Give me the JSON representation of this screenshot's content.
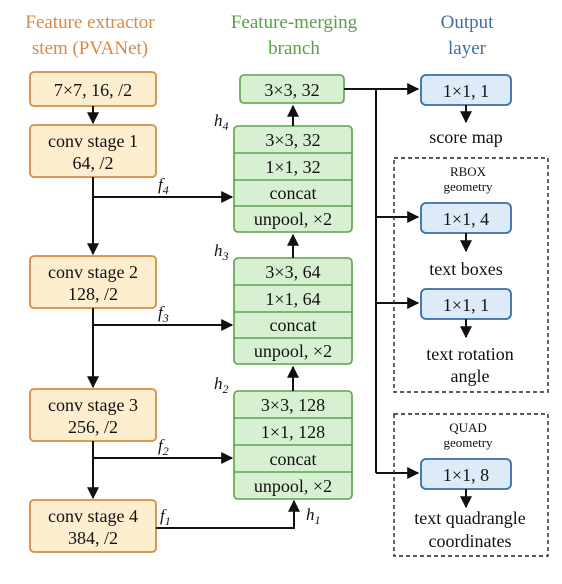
{
  "headers": {
    "extractor": [
      "Feature extractor",
      "stem (PVANet)"
    ],
    "merging": [
      "Feature-merging",
      "branch"
    ],
    "output": [
      "Output",
      "layer"
    ]
  },
  "stem": {
    "input": "7×7, 16, /2",
    "stages": [
      [
        "conv stage 1",
        "64, /2"
      ],
      [
        "conv stage 2",
        "128, /2"
      ],
      [
        "conv stage 3",
        "256, /2"
      ],
      [
        "conv stage 4",
        "384, /2"
      ]
    ]
  },
  "merge": {
    "top": "3×3, 32",
    "groups": [
      [
        "3×3, 32",
        "1×1, 32",
        "concat",
        "unpool, ×2"
      ],
      [
        "3×3, 64",
        "1×1, 64",
        "concat",
        "unpool, ×2"
      ],
      [
        "3×3, 128",
        "1×1, 128",
        "concat",
        "unpool, ×2"
      ]
    ]
  },
  "labels": {
    "f4": [
      "f",
      "4"
    ],
    "f3": [
      "f",
      "3"
    ],
    "f2": [
      "f",
      "2"
    ],
    "f1": [
      "f",
      "1"
    ],
    "h4": [
      "h",
      "4"
    ],
    "h3": [
      "h",
      "3"
    ],
    "h2": [
      "h",
      "2"
    ],
    "h1": [
      "h",
      "1"
    ]
  },
  "output": {
    "score": {
      "box": "1×1, 1",
      "label": "score map"
    },
    "rbox": {
      "title": [
        "RBOX",
        "geometry"
      ],
      "boxes": {
        "box": "1×1, 4",
        "label": "text boxes"
      },
      "angle": {
        "box": "1×1, 1",
        "label": [
          "text rotation",
          "angle"
        ]
      }
    },
    "quad": {
      "title": [
        "QUAD",
        "geometry"
      ],
      "coords": {
        "box": "1×1, 8",
        "label": [
          "text quadrangle",
          "coordinates"
        ]
      }
    }
  },
  "colors": {
    "orange_stroke": "#d98a3e",
    "orange_fill": "#fdeecf",
    "green_stroke": "#5aa24a",
    "green_fill": "#d8f0d2",
    "blue_stroke": "#3a6da3",
    "blue_fill": "#dcebf7"
  }
}
